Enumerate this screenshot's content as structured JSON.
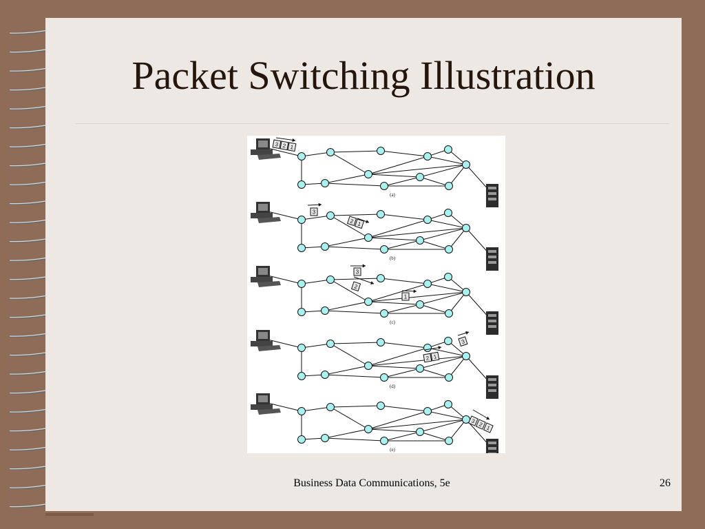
{
  "slide": {
    "title": "Packet Switching Illustration",
    "footer": "Business Data Communications, 5e",
    "page_number": "26"
  },
  "figure": {
    "panels": [
      {
        "label": "(a)"
      },
      {
        "label": "(b)"
      },
      {
        "label": "(c)"
      },
      {
        "label": "(d)"
      },
      {
        "label": "(e)"
      }
    ],
    "packets": [
      "1",
      "2",
      "3"
    ]
  },
  "colors": {
    "background": "#8f6c57",
    "page": "#ede8e3",
    "node_fill": "#a9f0ee",
    "title": "#24160c"
  },
  "icons": [
    "spiral-binding-icon",
    "computer-icon",
    "server-icon"
  ]
}
